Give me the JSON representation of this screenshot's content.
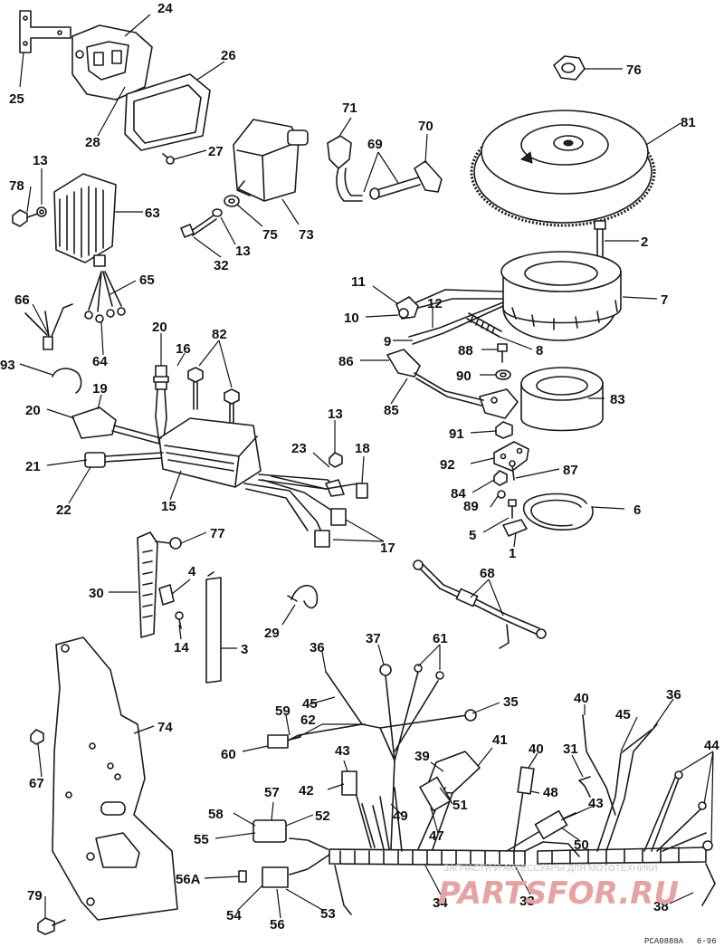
{
  "labels": {
    "n24": "24",
    "n25": "25",
    "n26": "26",
    "n28": "28",
    "n27": "27",
    "n13a": "13",
    "n78": "78",
    "n63": "63",
    "n71": "71",
    "n70": "70",
    "n69": "69",
    "n73": "73",
    "n75": "75",
    "n13b": "13",
    "n32": "32",
    "n76": "76",
    "n81": "81",
    "n2": "2",
    "n7": "7",
    "n11": "11",
    "n12": "12",
    "n10": "10",
    "n9": "9",
    "n8": "8",
    "n88": "88",
    "n66": "66",
    "n65": "65",
    "n64": "64",
    "n20a": "20",
    "n16": "16",
    "n82": "82",
    "n93": "93",
    "n86": "86",
    "n90": "90",
    "n83": "83",
    "n85": "85",
    "n19": "19",
    "n20b": "20",
    "n13c": "13",
    "n91": "91",
    "n23": "23",
    "n18": "18",
    "n21": "21",
    "n92": "92",
    "n87": "87",
    "n22": "22",
    "n15": "15",
    "n84": "84",
    "n89": "89",
    "n6": "6",
    "n17": "17",
    "n5": "5",
    "n1": "1",
    "n77": "77",
    "n4": "4",
    "n30": "30",
    "n68": "68",
    "n29": "29",
    "n14": "14",
    "n3": "3",
    "n36a": "36",
    "n37": "37",
    "n61": "61",
    "n45a": "45",
    "n59": "59",
    "n62": "62",
    "n35": "35",
    "n74": "74",
    "n60": "60",
    "n40a": "40",
    "n36b": "36",
    "n45b": "45",
    "n44": "44",
    "n43a": "43",
    "n41": "41",
    "n39": "39",
    "n40b": "40",
    "n31": "31",
    "n67": "67",
    "n42": "42",
    "n48": "48",
    "n43b": "43",
    "n51": "51",
    "n57": "57",
    "n58": "58",
    "n52": "52",
    "n49": "49",
    "n47": "47",
    "n50": "50",
    "n55": "55",
    "n56A": "56A",
    "n34": "34",
    "n33": "33",
    "n79": "79",
    "n54": "54",
    "n53": "53",
    "n56": "56",
    "n38": "38"
  },
  "watermark": {
    "top_text": "ЗАПЧАСТИ И АКСЕССУАРЫ ДЛЯ МОТОТЕХНИКИ",
    "logo_text": "PARTSFOR.RU"
  },
  "footer": {
    "code": "PCA0888A",
    "date": "6-96"
  },
  "colors": {
    "line": "#1a1a1a",
    "watermark": "#e6a3a3"
  }
}
